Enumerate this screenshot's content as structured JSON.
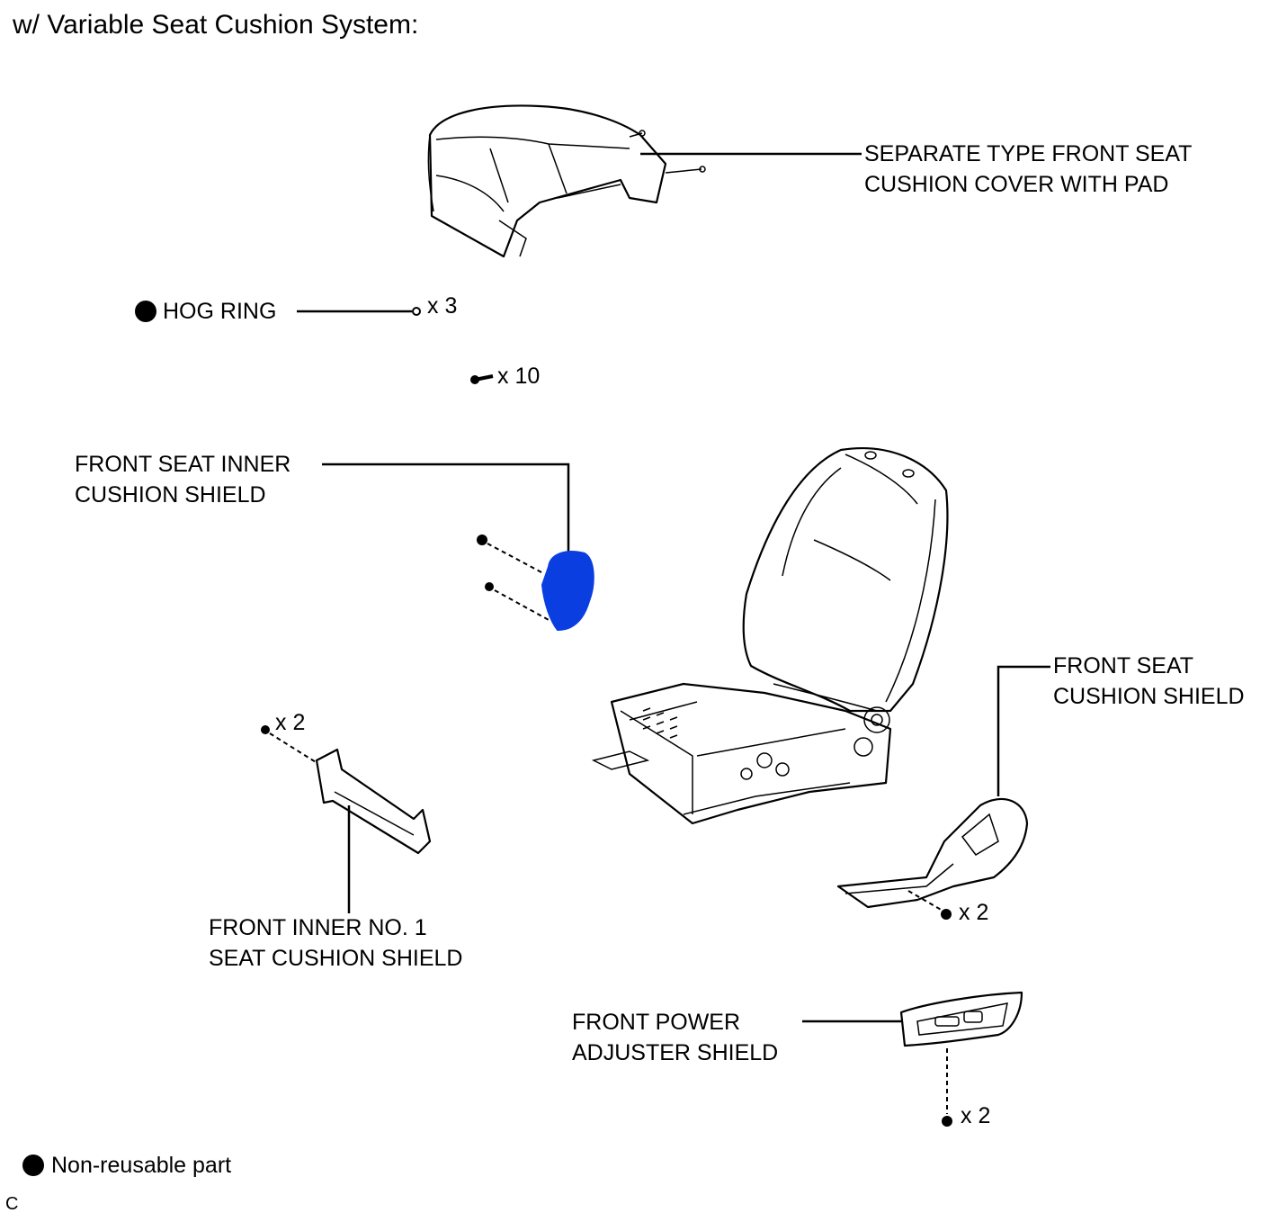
{
  "title": "w/ Variable Seat Cushion System:",
  "labels": {
    "cushion_cover_line1": "SEPARATE TYPE FRONT SEAT",
    "cushion_cover_line2": "CUSHION COVER WITH PAD",
    "hog_ring": "HOG RING",
    "inner_cushion_shield_line1": "FRONT SEAT INNER",
    "inner_cushion_shield_line2": "CUSHION SHIELD",
    "cushion_shield_line1": "FRONT SEAT",
    "cushion_shield_line2": "CUSHION SHIELD",
    "inner_no1_line1": "FRONT INNER NO. 1",
    "inner_no1_line2": "SEAT CUSHION SHIELD",
    "power_adjuster_line1": "FRONT POWER",
    "power_adjuster_line2": "ADJUSTER SHIELD"
  },
  "quantities": {
    "hog_ring": "x 3",
    "screw": "x 10",
    "inner_no1": "x 2",
    "cushion_shield": "x 2",
    "power_adjuster": "x 2"
  },
  "legend": {
    "non_reusable": "Non-reusable part"
  },
  "corner_mark": "C",
  "colors": {
    "highlight": "#0a3ee0",
    "line": "#000000"
  }
}
